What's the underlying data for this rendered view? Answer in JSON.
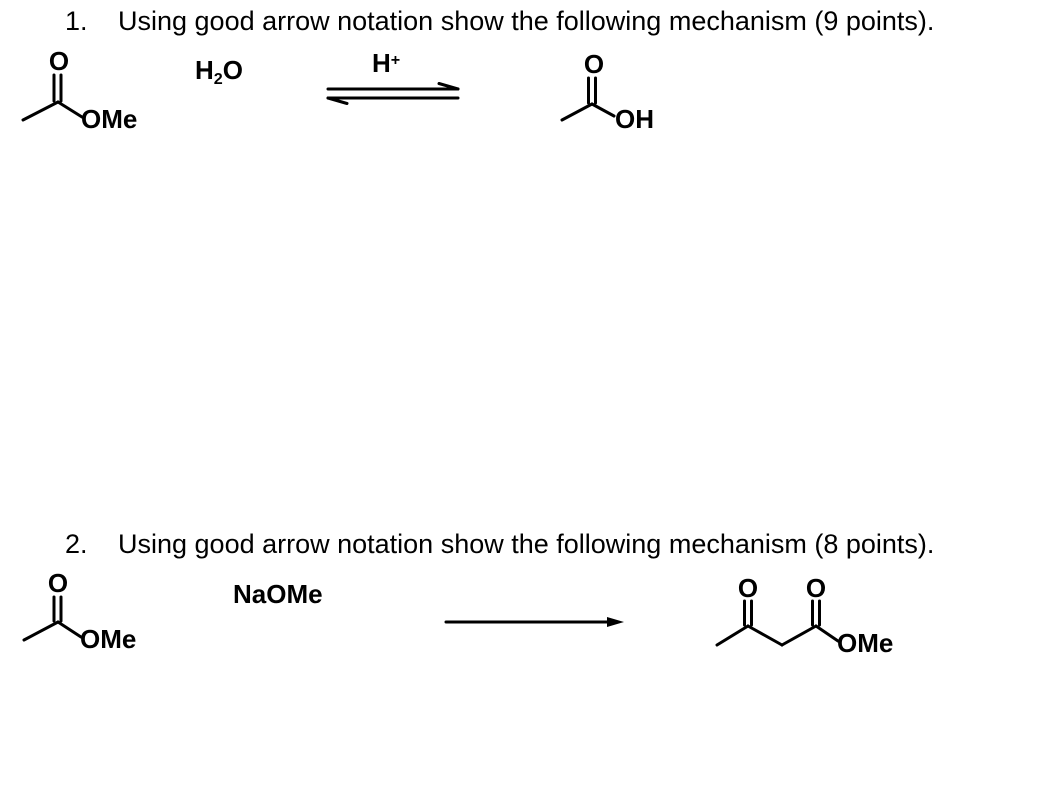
{
  "document": {
    "background": "#ffffff",
    "ink": "#000000"
  },
  "question1": {
    "number": "1.",
    "prompt": "Using good arrow notation show the following mechanism (9 points).",
    "reactant_labels": {
      "carbonyl_oxygen": "O",
      "methoxy": "OMe"
    },
    "water": {
      "symbol_h": "H",
      "subscript": "2",
      "symbol_o": "O"
    },
    "catalyst": {
      "symbol": "H",
      "charge": "+"
    },
    "product_labels": {
      "carbonyl_oxygen": "O",
      "hydroxyl": "OH"
    }
  },
  "question2": {
    "number": "2.",
    "prompt": "Using good arrow notation show the following mechanism (8 points).",
    "reactant_labels": {
      "carbonyl_oxygen": "O",
      "methoxy": "OMe"
    },
    "reagent": "NaOMe",
    "product_labels": {
      "ketone_oxygen": "O",
      "ester_oxygen": "O",
      "methoxy": "OMe"
    }
  }
}
